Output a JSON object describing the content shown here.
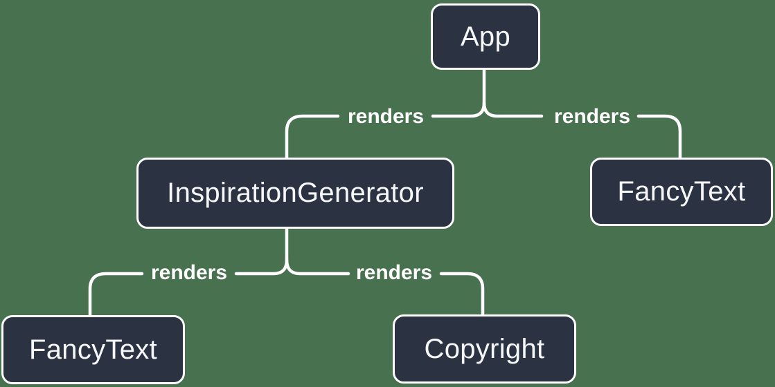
{
  "diagram": {
    "type": "tree",
    "description": "Component render tree diagram",
    "colors": {
      "background": "#48714F",
      "node_fill": "#2B3342",
      "node_border": "#FFFFFF",
      "connector_line": "#FFFFFF",
      "node_text": "#F6F7F9",
      "edge_label_text": "#FFFFFF"
    },
    "nodes": [
      {
        "id": "app",
        "label": "App"
      },
      {
        "id": "inspiration-generator",
        "label": "InspirationGenerator"
      },
      {
        "id": "fancy-text-top-right",
        "label": "FancyText"
      },
      {
        "id": "fancy-text-bottom-left",
        "label": "FancyText"
      },
      {
        "id": "copyright",
        "label": "Copyright"
      }
    ],
    "edges": [
      {
        "from": "App",
        "to": "InspirationGenerator",
        "label": "renders"
      },
      {
        "from": "App",
        "to": "FancyText",
        "label": "renders"
      },
      {
        "from": "InspirationGenerator",
        "to": "FancyText",
        "label": "renders"
      },
      {
        "from": "InspirationGenerator",
        "to": "Copyright",
        "label": "renders"
      }
    ]
  }
}
